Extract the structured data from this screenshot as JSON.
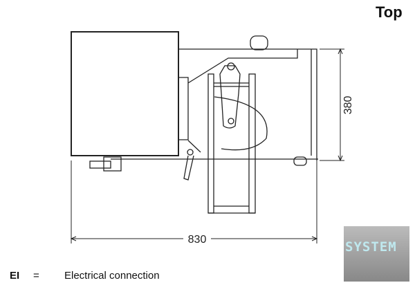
{
  "view_title": "Top",
  "dimensions": {
    "width": "830",
    "depth": "380"
  },
  "legend": {
    "key": "EI",
    "equals": "=",
    "description": "Electrical connection"
  },
  "logo_text": "SYSTEM"
}
